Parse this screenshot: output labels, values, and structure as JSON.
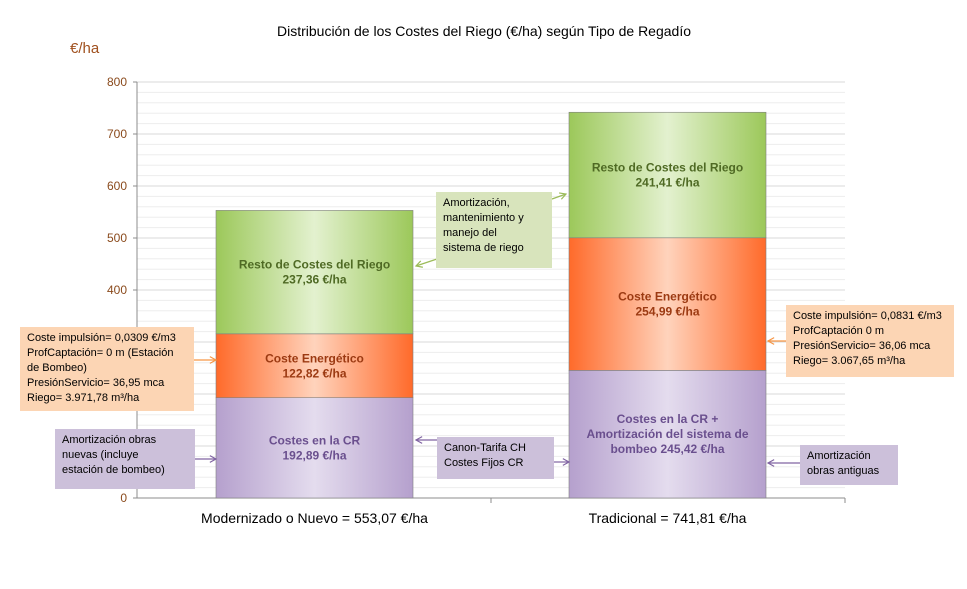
{
  "chart_data": {
    "type": "bar",
    "stacked": true,
    "title": "Distribución de los Costes del Riego (€/ha)  según Tipo de Regadío",
    "ylabel": "€/ha",
    "ylim": [
      0,
      800
    ],
    "yticks": [
      0,
      100,
      200,
      300,
      400,
      500,
      600,
      700,
      800
    ],
    "grid": true,
    "categories": [
      "Modernizado  o Nuevo  = 553,07 €/ha",
      "Tradicional  = 741,81 €/ha"
    ],
    "series": [
      {
        "values": [
          192.89,
          245.42
        ],
        "labels": [
          [
            "Costes  en la CR",
            "192,89 €/ha"
          ],
          [
            "Costes  en la CR +",
            "Amortización del sistema de",
            "bombeo 245,42 €/ha"
          ]
        ],
        "color": "#b9a7cf",
        "text_color": "#6a4f8e"
      },
      {
        "values": [
          122.82,
          254.99
        ],
        "labels": [
          [
            "Coste  Energético",
            "122,82 €/ha"
          ],
          [
            "Coste  Energético",
            "254,99 €/ha"
          ]
        ],
        "color": "#ff7a3d",
        "text_color": "#9c3a12"
      },
      {
        "values": [
          237.36,
          241.41
        ],
        "labels": [
          [
            "Resto de Costes  del Riego",
            "237,36 €/ha"
          ],
          [
            "Resto  de Costes  del Riego",
            "241,41 €/ha"
          ]
        ],
        "color": "#a8cf6a",
        "text_color": "#4f6a24"
      }
    ],
    "annotations": [
      {
        "id": "amort-green",
        "lines": [
          "Amortización,",
          "mantenimiento y",
          "manejo del",
          "sistema de riego"
        ],
        "color": "#d8e4bc"
      },
      {
        "id": "coste-left",
        "lines": [
          "Coste impulsión= 0,0309 €/m3",
          "ProfCaptación= 0 m (Estación",
          "de Bombeo)",
          "PresiónServicio= 36,95 mca",
          "Riego= 3.971,78  m³/ha"
        ],
        "color": "#fcd5b4"
      },
      {
        "id": "coste-right",
        "lines": [
          "Coste impulsión= 0,0831 €/m3",
          "ProfCaptación 0 m",
          "PresiónServicio= 36,06 mca",
          "Riego= 3.067,65 m³/ha"
        ],
        "color": "#fcd5b4"
      },
      {
        "id": "amort-nuevas",
        "lines": [
          "Amortización obras",
          "nuevas (incluye",
          "estación de bombeo)"
        ],
        "color": "#ccc0da"
      },
      {
        "id": "canon",
        "lines": [
          "Canon-Tarifa CH",
          "Costes Fijos CR"
        ],
        "color": "#ccc0da"
      },
      {
        "id": "amort-antiguas",
        "lines": [
          "Amortización",
          "obras antiguas"
        ],
        "color": "#ccc0da"
      }
    ]
  }
}
